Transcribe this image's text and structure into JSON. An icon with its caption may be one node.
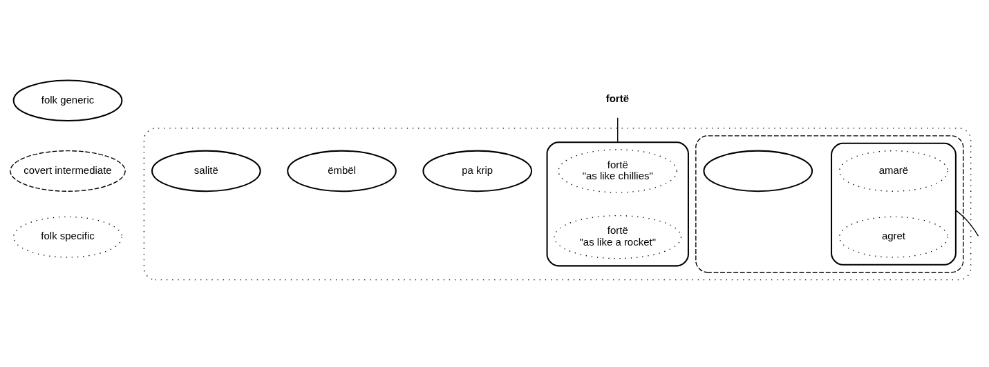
{
  "diagram": {
    "nodes": [
      {
        "text": [
          "folk generic"
        ]
      },
      {
        "text": [
          "covert intermediate"
        ]
      },
      {
        "text": [
          "folk specific"
        ]
      },
      {
        "text": [],
        "shape": "ellipse"
      },
      {
        "text": [],
        "shape": "ellipse",
        "in": 3
      },
      {
        "text": [],
        "shape": "ellipse",
        "in": 4
      },
      {
        "text": [],
        "shape": "ellipse",
        "in": 4
      },
      {
        "text": [
          "amarë"
        ],
        "in": 6
      },
      {
        "text": [
          "agret"
        ],
        "in": 6
      },
      {
        "text": [
          "pa krip"
        ],
        "in": 3
      },
      {
        "text": [
          "ëmbël"
        ],
        "in": 3
      },
      {
        "text": [],
        "shape": "ellipse",
        "in": 3
      },
      {
        "text": [
          "fortë",
          "\"as like chillies\""
        ],
        "in": 11
      },
      {
        "text": [
          "fortë",
          "\"as like a rocket\""
        ],
        "in": 11
      },
      {
        "text": [
          "salitë"
        ],
        "in": 3
      },
      {
        "text": [
          "fortë"
        ]
      }
    ],
    "edges": [
      {
        "from": 6,
        "to": null,
        "arrow": "none"
      },
      {
        "from": 15,
        "to": 11,
        "arrow": "none"
      }
    ]
  }
}
